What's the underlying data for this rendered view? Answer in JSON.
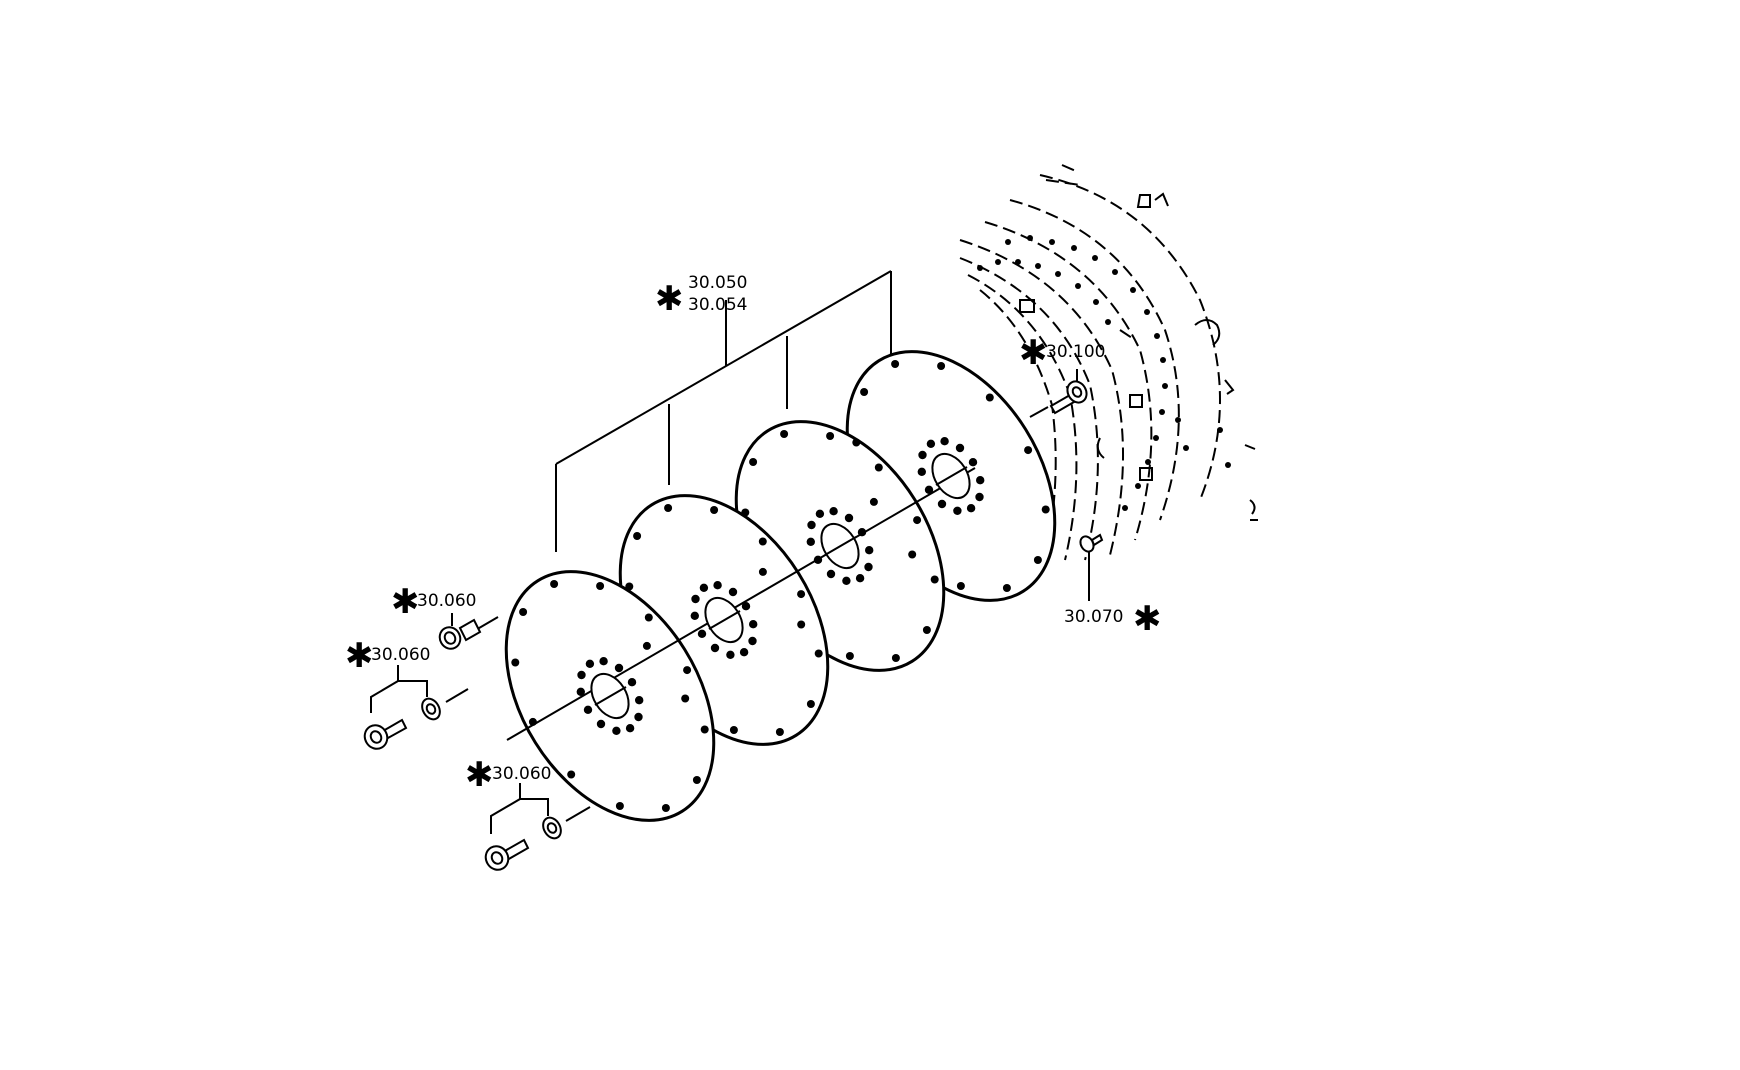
{
  "diagram": {
    "part_labels": {
      "plates": {
        "line1": "30.050",
        "line2": "30.054",
        "star": "✱"
      },
      "bolt_top": {
        "text": "30.060",
        "star": "✱"
      },
      "bolt_mid": {
        "text": "30.060",
        "star": "✱"
      },
      "bolt_low": {
        "text": "30.060",
        "star": "✱"
      },
      "screw_right": {
        "text": "30.100",
        "star": "✱"
      },
      "plug": {
        "text": "30.070",
        "star": "✱"
      }
    }
  }
}
